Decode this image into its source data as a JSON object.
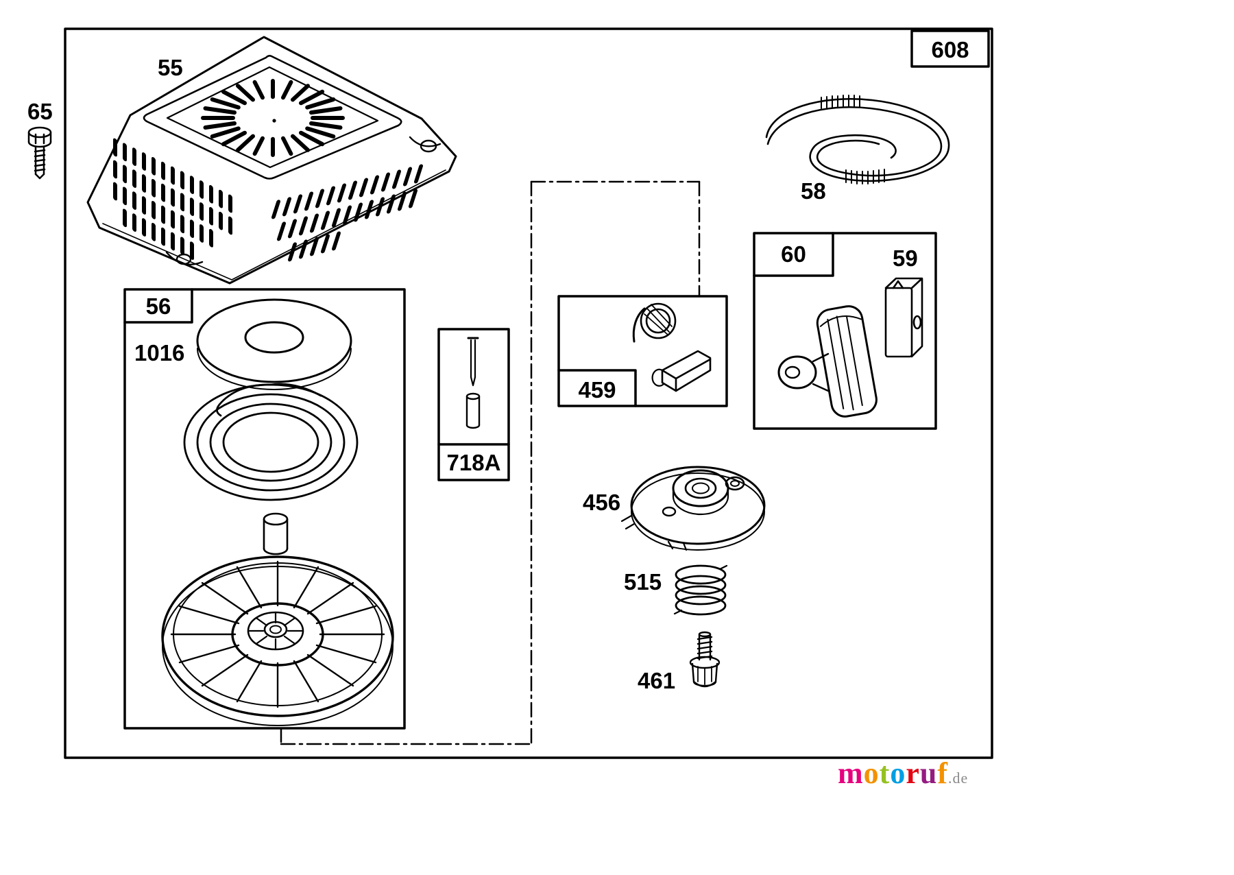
{
  "page": {
    "background": "#ffffff",
    "ink": "#000000"
  },
  "labels": {
    "p65": "65",
    "p55": "55",
    "p608": "608",
    "p58": "58",
    "p60": "60",
    "p59": "59",
    "p56": "56",
    "p1016": "1016",
    "p718A": "718A",
    "p459": "459",
    "p456": "456",
    "p515": "515",
    "p461": "461"
  },
  "watermark": {
    "letters": [
      {
        "ch": "m",
        "style": "color:#e6007e"
      },
      {
        "ch": "o",
        "style": "color:#f39200"
      },
      {
        "ch": "t",
        "style": "color:#95c11f"
      },
      {
        "ch": "o",
        "style": "color:#009fe3"
      },
      {
        "ch": "r",
        "style": "color:#e30613"
      },
      {
        "ch": "u",
        "style": "color:#951b81"
      },
      {
        "ch": "f",
        "style": "color:#f39200"
      }
    ],
    "suffix": ".de",
    "suffix_style": "color:#8a8a8a"
  }
}
